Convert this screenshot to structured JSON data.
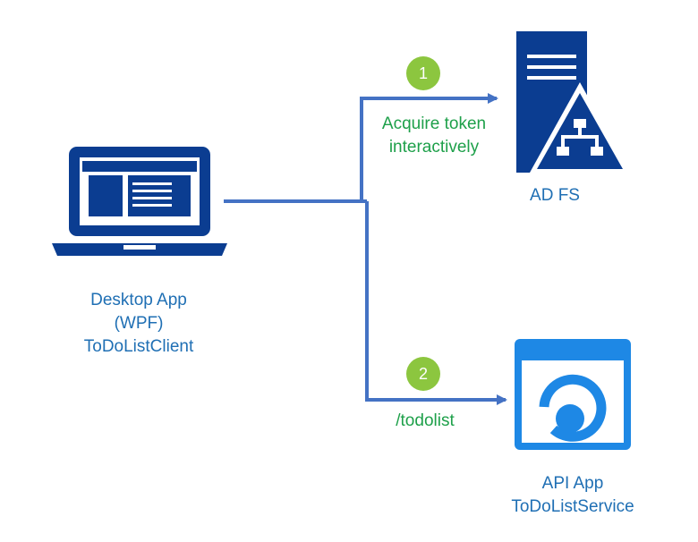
{
  "client": {
    "line1": "Desktop App",
    "line2": "(WPF)",
    "line3": "ToDoListClient",
    "icon": "laptop-icon"
  },
  "adfs": {
    "label": "AD FS",
    "icon": "server-network-icon"
  },
  "api": {
    "line1": "API App",
    "line2": "ToDoListService",
    "icon": "api-app-icon"
  },
  "steps": [
    {
      "number": "1",
      "text_line1": "Acquire token",
      "text_line2": "interactively"
    },
    {
      "number": "2",
      "text_line1": "/todolist"
    }
  ],
  "colors": {
    "arrow": "#4472c4",
    "icon_navy": "#0b3d91",
    "icon_blue": "#1e88e5",
    "badge": "#8cc63f",
    "step_text": "#1ea04a",
    "label_text": "#1f6fb4"
  }
}
